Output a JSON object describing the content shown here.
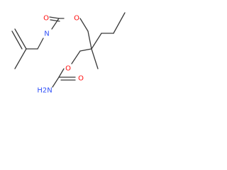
{
  "molecule": {
    "atoms": {
      "o_carbonyl_top": "O",
      "n_amide_top": "N",
      "o_ether_top": "O",
      "o_ether_bottom": "O",
      "o_carbonyl_bottom": "O",
      "nh2_bottom": "H2N"
    },
    "colors": {
      "bond": "#3a3a3a",
      "oxygen": "#ff0d0d",
      "nitrogen": "#3050f8"
    }
  }
}
